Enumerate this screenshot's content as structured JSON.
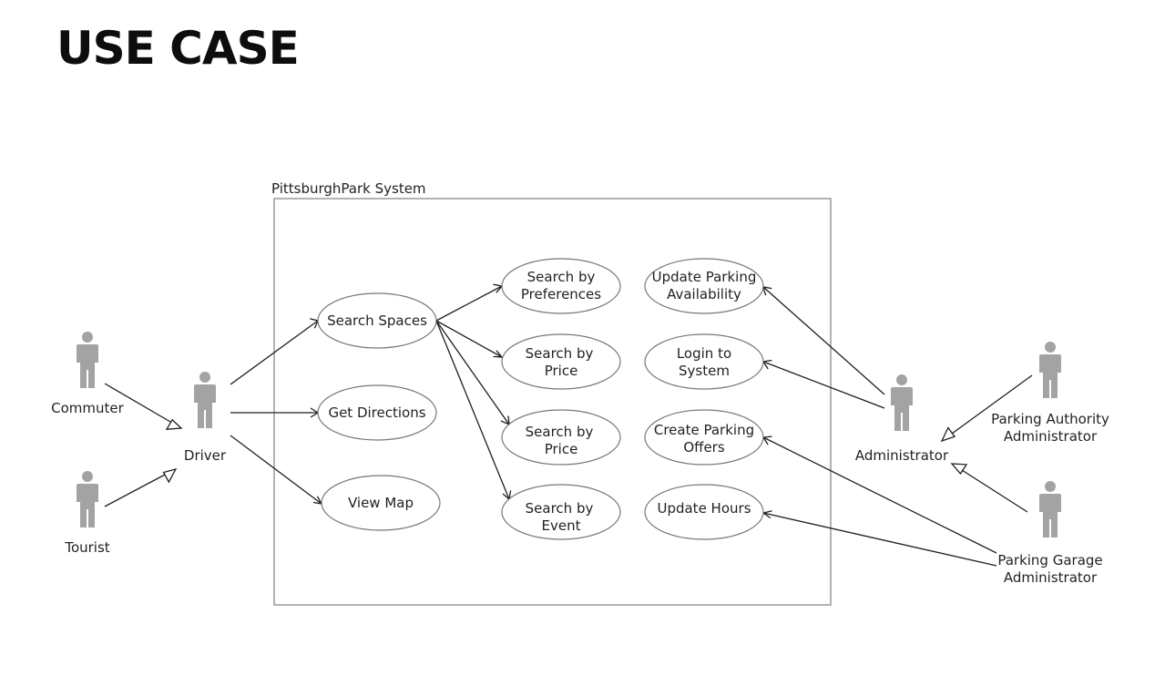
{
  "page": {
    "title": "USE CASE"
  },
  "system": {
    "name": "PittsburghPark System"
  },
  "actors": {
    "commuter": "Commuter",
    "tourist": "Tourist",
    "driver": "Driver",
    "administrator": "Administrator",
    "parking_authority_admin": [
      "Parking Authority",
      "Administrator"
    ],
    "parking_garage_admin": [
      "Parking Garage",
      "Administrator"
    ]
  },
  "use_cases": {
    "search_spaces": [
      "Search Spaces"
    ],
    "get_directions": [
      "Get Directions"
    ],
    "view_map": [
      "View Map"
    ],
    "search_by_preferences": [
      "Search by",
      "Preferences"
    ],
    "search_by_price_1": [
      "Search by",
      "Price"
    ],
    "search_by_price_2": [
      "Search by",
      "Price"
    ],
    "search_by_event": [
      "Search by",
      "Event"
    ],
    "update_parking_availability": [
      "Update Parking",
      "Availability"
    ],
    "login_to_system": [
      "Login to",
      "System"
    ],
    "create_parking_offers": [
      "Create Parking",
      "Offers"
    ],
    "update_hours": [
      "Update Hours"
    ]
  },
  "colors": {
    "actor": "#a3a3a3",
    "ellipse_stroke": "#777777",
    "boundary_stroke": "#8a8a8a",
    "line": "#1e1e1e"
  }
}
